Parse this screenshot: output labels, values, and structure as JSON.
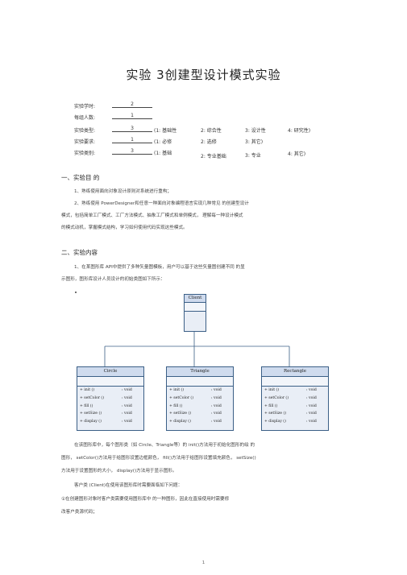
{
  "title": "实验 3创建型设计模式实验",
  "meta": {
    "rows": [
      {
        "label": "实验学时:",
        "value": "2",
        "options": []
      },
      {
        "label": "每组人数:",
        "value": "1",
        "options": []
      },
      {
        "label": "实验类型:",
        "value": "3",
        "options": [
          "(1: 基础性",
          "2: 综合性",
          "3: 设计性",
          "4: 研究性)"
        ]
      },
      {
        "label": "实验要求:",
        "value": "1",
        "options": [
          "(1: 必修",
          "2: 选修",
          "3: 其它)"
        ]
      },
      {
        "label": "实验类别:",
        "value": "3",
        "options": [
          "(1: 基础",
          "2: 专业基础",
          "3: 专业",
          "4: 其它)"
        ]
      }
    ]
  },
  "section1": {
    "heading": "一、实验目 的",
    "lines": [
      "1、熟练使用面向对象设计原则对系统进行重构；",
      "2、熟练使用    PowerDesigner和任意一种面向对象编程语言实现几种常见 的创建型设计",
      "模式，包括简单工厂模式、工厂方法模式、抽象工厂模式和单例模式，            理解每一种设计模式",
      "的模式动机，掌握模式结构，学习如何使用代码实现这些模式。"
    ]
  },
  "section2": {
    "heading": "二、实验内容",
    "lines": [
      "1、在某图形库    API中提供了多种矢量图模板，用户可以基于这些矢量图创建不同 的显",
      "示图形，图形库设计人员设计的初始类图如下所示："
    ]
  },
  "uml": {
    "client": "Client",
    "classes": [
      {
        "name": "Circle",
        "ops": [
          [
            "+  init ()",
            ": void"
          ],
          [
            "+  setColor ()",
            ": void"
          ],
          [
            "+  fill ()",
            ": void"
          ],
          [
            "+  setSize ()",
            ": void"
          ],
          [
            "+  display ()",
            ": void"
          ]
        ]
      },
      {
        "name": "Triangle",
        "ops": [
          [
            "+  init ()",
            ": void"
          ],
          [
            "+  setColor ()",
            ": void"
          ],
          [
            "+  fill ()",
            ": void"
          ],
          [
            "+  setSize ()",
            ": void"
          ],
          [
            "+  display ()",
            ": void"
          ]
        ]
      },
      {
        "name": "Rectangle",
        "ops": [
          [
            "+  init ()",
            ": void"
          ],
          [
            "+  setColor ()",
            ": void"
          ],
          [
            "+  fill ()",
            ": void"
          ],
          [
            "+  setSize ()",
            ": void"
          ],
          [
            "+  display ()",
            ": void"
          ]
        ]
      }
    ]
  },
  "after": {
    "lines": [
      "在该图形库中，每个图形类（如          Circle、Triangle等）的      init()方法用于初始化图形的绘 的",
      "图形，   setColor()方法用于给图形设置边框颜色，       fill()方法用于给图形设置填充颜色，          setSize()",
      "方法用于设置图形的大小，      display()方法用于显示图形。",
      "客户类 (Client)在使用该图形库时需要面临如下问题：",
      "①在创建图形对象时客户类需要使用图形库中 的一种图形，因此在直接使用时需要修",
      "改客户类源代码；"
    ]
  },
  "page_number": "1"
}
